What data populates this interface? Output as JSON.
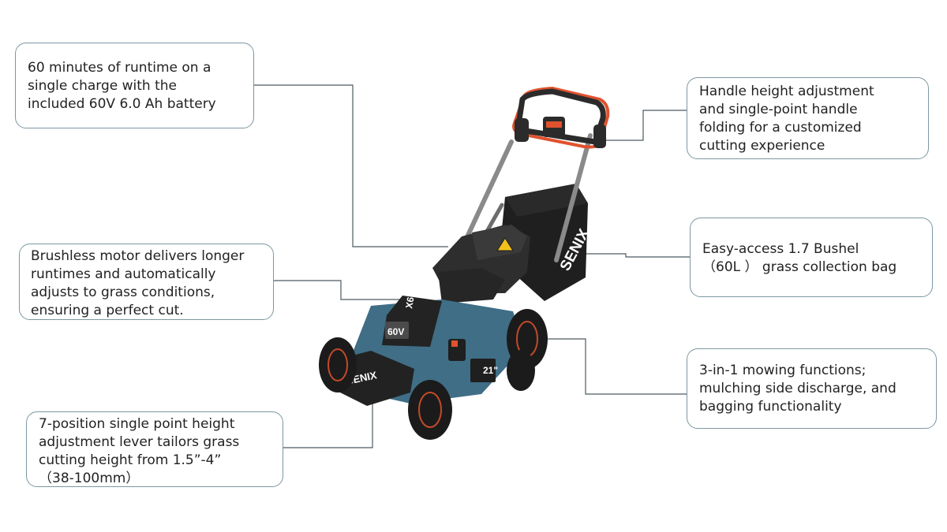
{
  "callouts": {
    "runtime": "60 minutes of runtime on a\nsingle charge with the\nincluded 60V 6.0 Ah battery",
    "handle": "Handle height adjustment\nand single-point handle\nfolding for a customized\ncutting experience",
    "motor": "Brushless motor delivers longer\nruntimes and automatically\nadjusts to grass conditions,\nensuring a perfect cut.",
    "bag": "Easy-access 1.7 Bushel\n（60L ） grass collection bag",
    "functions": "3-in-1 mowing functions;\nmulching side discharge, and\nbagging functionality",
    "height": " 7-position single point height\nadjustment lever tailors grass\ncutting height from  1.5”-4”\n（38-100mm）"
  },
  "product": {
    "brand": "SENIX",
    "battery_label": "60V",
    "battery_series": "X6",
    "deck_size_label": "21\""
  },
  "colors": {
    "deck": "#3f6e86",
    "body_dark": "#2b2b2b",
    "accent": "#e0522e",
    "callout_border": "#7d97a1",
    "connector": "#4c5a60"
  }
}
